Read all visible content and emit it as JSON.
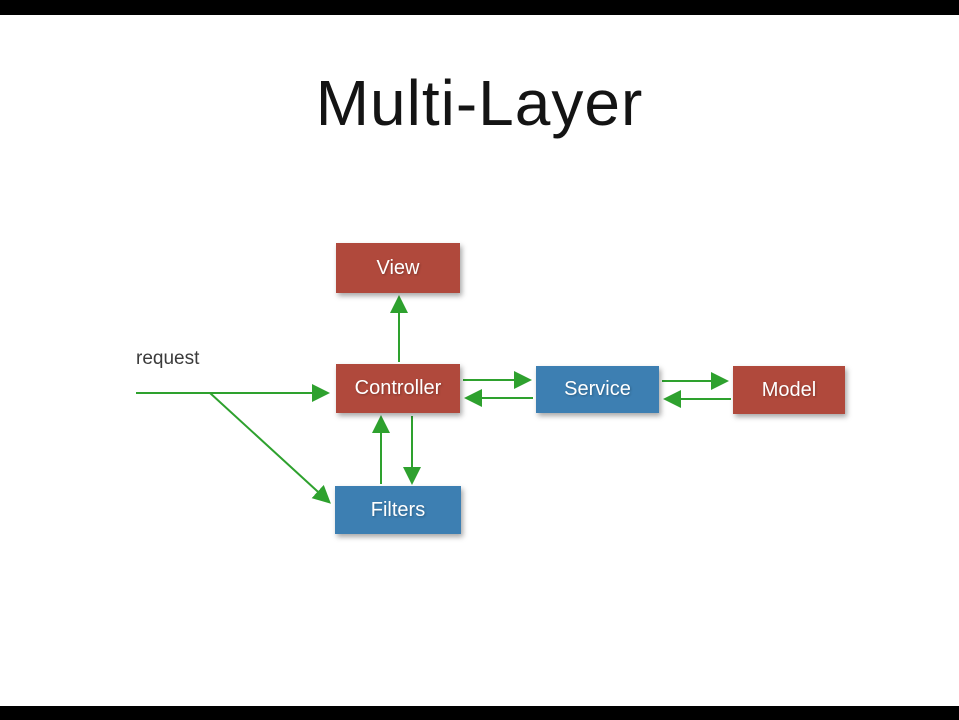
{
  "title": "Multi-Layer",
  "annotations": {
    "request": "request"
  },
  "nodes": {
    "view": {
      "label": "View",
      "color": "#b0493c"
    },
    "controller": {
      "label": "Controller",
      "color": "#b0493c"
    },
    "service": {
      "label": "Service",
      "color": "#3d7fb2"
    },
    "model": {
      "label": "Model",
      "color": "#b0493c"
    },
    "filters": {
      "label": "Filters",
      "color": "#3d7fb2"
    }
  },
  "edges": [
    {
      "from": "request",
      "to": "controller"
    },
    {
      "from": "request",
      "to": "filters"
    },
    {
      "from": "controller",
      "to": "view"
    },
    {
      "from": "controller",
      "to": "service"
    },
    {
      "from": "service",
      "to": "controller"
    },
    {
      "from": "service",
      "to": "model"
    },
    {
      "from": "model",
      "to": "service"
    },
    {
      "from": "filters",
      "to": "controller"
    },
    {
      "from": "controller",
      "to": "filters"
    }
  ],
  "colors": {
    "box_red": "#b0493c",
    "box_blue": "#3d7fb2",
    "arrow_green": "#2ea12e",
    "background": "#ffffff",
    "letterbox": "#000000",
    "title_text": "#141414",
    "node_text": "#ffffff"
  }
}
